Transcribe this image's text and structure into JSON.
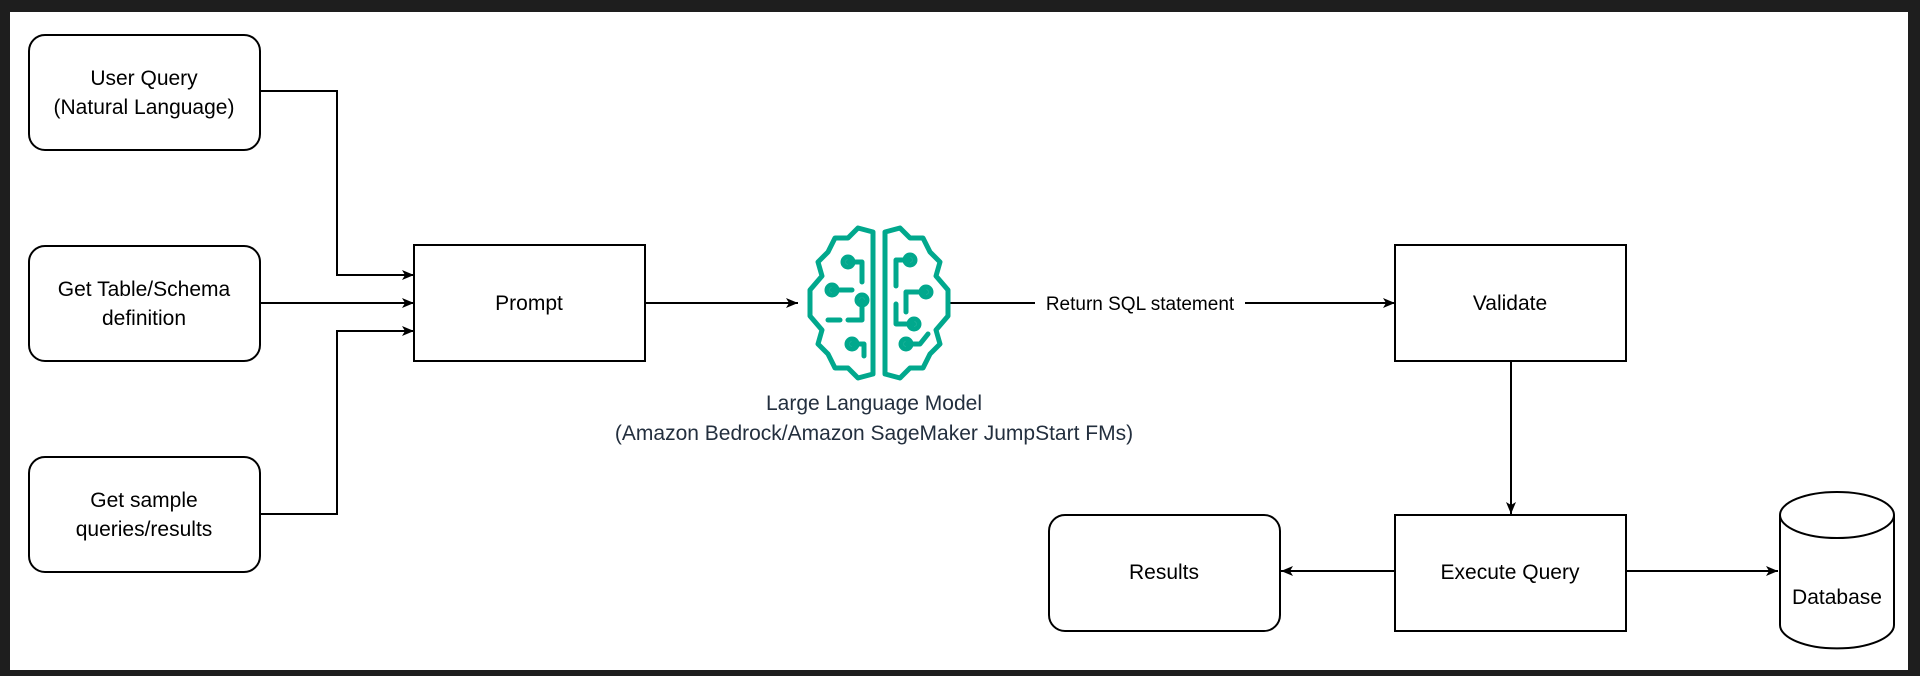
{
  "diagram": {
    "colors": {
      "frame_background": "#1e1e1e",
      "canvas": "#ffffff",
      "stroke": "#000000",
      "llm_icon": "#01a88d",
      "caption_text": "#232f3e"
    },
    "nodes": {
      "user_query": {
        "line1": "User Query",
        "line2": "(Natural Language)"
      },
      "table_schema": {
        "line1": "Get Table/Schema",
        "line2": "definition"
      },
      "sample_queries": {
        "line1": "Get sample",
        "line2": "queries/results"
      },
      "prompt": {
        "label": "Prompt"
      },
      "llm": {
        "icon": "brain-circuit-icon",
        "caption_line1": "Large Language Model",
        "caption_line2": "(Amazon Bedrock/Amazon SageMaker JumpStart FMs)"
      },
      "validate": {
        "label": "Validate"
      },
      "execute_query": {
        "label": "Execute Query"
      },
      "results": {
        "label": "Results"
      },
      "database": {
        "label": "Database",
        "icon": "cylinder-database-icon"
      }
    },
    "edges": {
      "llm_to_validate_label": "Return SQL statement"
    }
  }
}
